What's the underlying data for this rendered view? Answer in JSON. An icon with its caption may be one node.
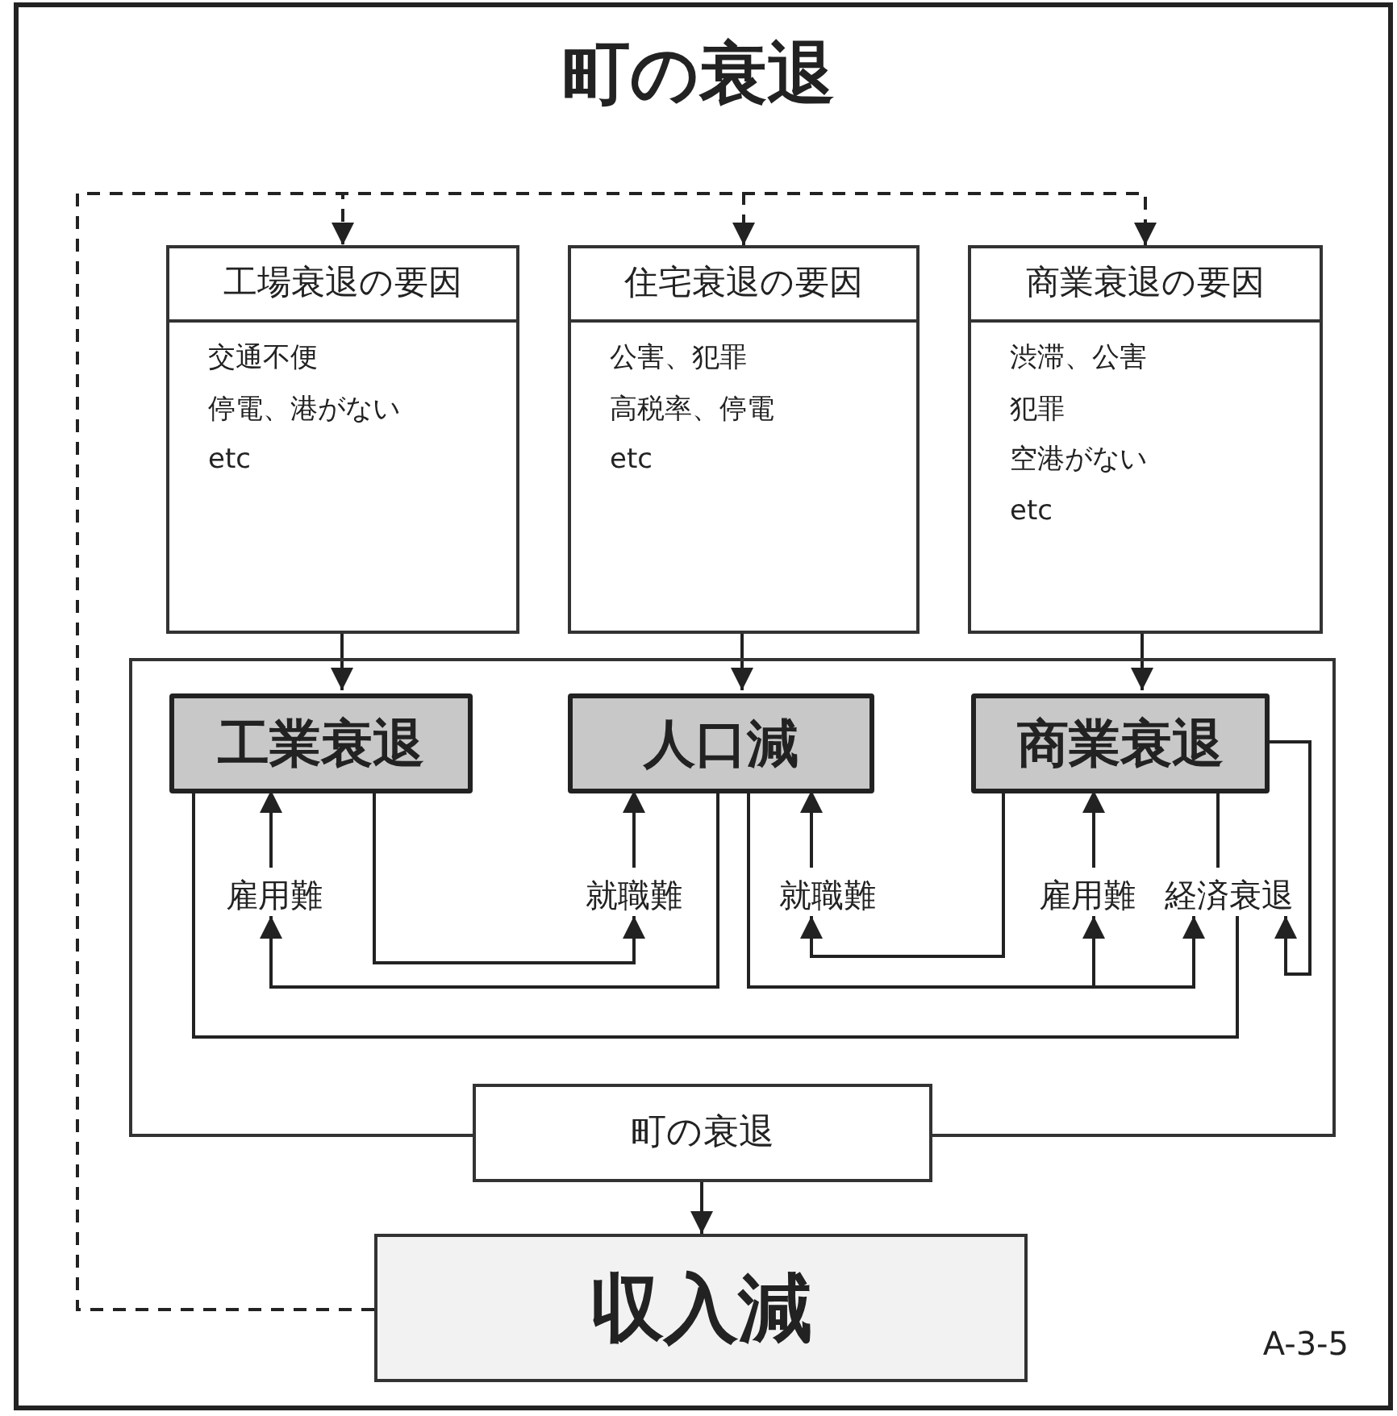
{
  "diagram": {
    "title": "町の衰退",
    "nodes": [
      {
        "text": [
          "工場衰退の要因",
          "交通不便",
          "停電、港がない",
          "etc"
        ]
      },
      {
        "text": [
          "住宅衰退の要因",
          "公害、犯罪",
          "高税率、停電",
          "etc"
        ]
      },
      {
        "text": [
          "商業衰退の要因",
          "渋滞、公害",
          "犯罪",
          "空港がない",
          "etc"
        ]
      },
      {
        "text": [],
        "shape": "box"
      },
      {
        "text": [
          "工業衰退"
        ],
        "in": 3
      },
      {
        "text": [
          "人口減"
        ],
        "in": 3
      },
      {
        "text": [
          "商業衰退"
        ],
        "in": 3
      },
      {
        "text": [
          "雇用難"
        ],
        "in": 3
      },
      {
        "text": [
          "就職難"
        ],
        "in": 3
      },
      {
        "text": [
          "就職難"
        ],
        "in": 3
      },
      {
        "text": [
          "雇用難"
        ],
        "in": 3
      },
      {
        "text": [
          "経済衰退"
        ],
        "in": 3
      },
      {
        "text": [
          "町の衰退"
        ]
      },
      {
        "text": [
          "収入減"
        ]
      }
    ],
    "edges": [
      {
        "from": 0,
        "to": 4,
        "arrow": "to"
      },
      {
        "from": 1,
        "to": 5,
        "arrow": "to"
      },
      {
        "from": 2,
        "to": 6,
        "arrow": "to"
      },
      {
        "from": 7,
        "to": 4,
        "arrow": "to"
      },
      {
        "from": 8,
        "to": 5,
        "arrow": "to"
      },
      {
        "from": 9,
        "to": 5,
        "arrow": "to"
      },
      {
        "from": 10,
        "to": 6,
        "arrow": "to"
      },
      {
        "from": 6,
        "to": 11,
        "arrow": "none"
      },
      {
        "from": 4,
        "to": 8,
        "arrow": "to"
      },
      {
        "from": 5,
        "to": 7,
        "arrow": "to"
      },
      {
        "from": 5,
        "to": 10,
        "arrow": "to"
      },
      {
        "from": 5,
        "to": 11,
        "arrow": "to"
      },
      {
        "from": 6,
        "to": 9,
        "arrow": "to"
      },
      {
        "from": 11,
        "to": 4,
        "arrow": "none"
      },
      {
        "from": 6,
        "to": 11,
        "arrow": "to"
      },
      {
        "from": 12,
        "to": 13,
        "arrow": "to"
      },
      {
        "from": 13,
        "to": 0,
        "arrow": "to",
        "style": "dashed"
      },
      {
        "from": 13,
        "to": 1,
        "arrow": "to",
        "style": "dashed"
      },
      {
        "from": 13,
        "to": 2,
        "arrow": "to",
        "style": "dashed"
      }
    ],
    "labels": [
      "A-3-5"
    ]
  }
}
